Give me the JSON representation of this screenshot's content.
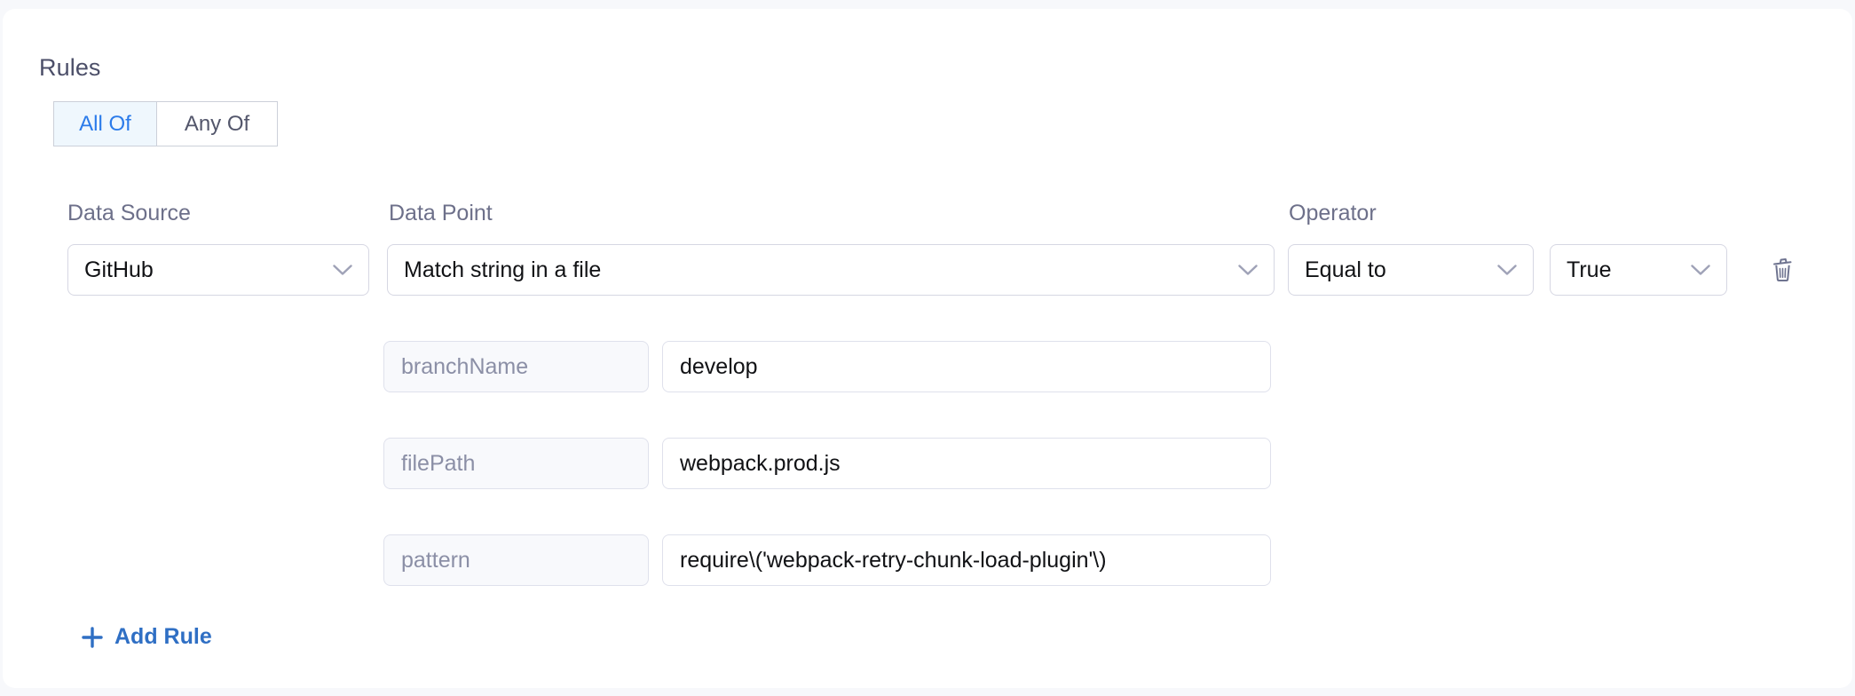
{
  "section": {
    "heading": "Rules"
  },
  "match_mode": {
    "options": [
      {
        "label": "All Of",
        "selected": true
      },
      {
        "label": "Any Of",
        "selected": false
      }
    ]
  },
  "columns": {
    "data_source_label": "Data Source",
    "data_point_label": "Data Point",
    "operator_label": "Operator"
  },
  "rule": {
    "data_source": "GitHub",
    "data_point": "Match string in a file",
    "operator": "Equal to",
    "boolean_value": "True",
    "delete_icon": "trash-icon",
    "parameters": [
      {
        "key": "branchName",
        "value": "develop"
      },
      {
        "key": "filePath",
        "value": "webpack.prod.js"
      },
      {
        "key": "pattern",
        "value": "require\\('webpack-retry-chunk-load-plugin'\\)"
      }
    ]
  },
  "actions": {
    "add_rule_label": "Add Rule",
    "add_rule_icon": "plus-icon"
  },
  "colors": {
    "accent_blue": "#2b7bea",
    "link_blue": "#2f6fc4",
    "active_tab_bg": "#eff7fd",
    "page_bg": "#f7f8fb",
    "card_bg": "#ffffff",
    "label_gray": "#6d708a",
    "placeholder_gray": "#8b8fa6",
    "border_gray": "#d6d7e3",
    "heading_gray": "#4c4f69"
  }
}
